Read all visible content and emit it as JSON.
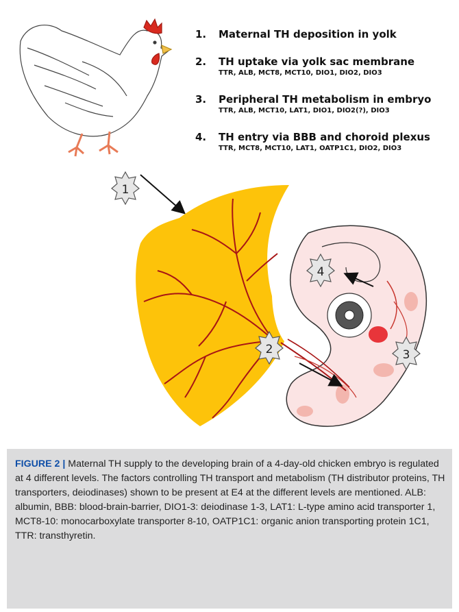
{
  "levels": [
    {
      "number": "1.",
      "title": "Maternal TH deposition in yolk",
      "factors": ""
    },
    {
      "number": "2.",
      "title": "TH uptake via yolk sac membrane",
      "factors": "TTR, ALB, MCT8, MCT10, DIO1, DIO2, DIO3"
    },
    {
      "number": "3.",
      "title": "Peripheral TH metabolism in embryo",
      "factors": "TTR, ALB, MCT10, LAT1, DIO1, DIO2(?), DIO3"
    },
    {
      "number": "4.",
      "title": "TH entry via BBB and choroid plexus",
      "factors": "TTR, MCT8, MCT10, LAT1, OATP1C1, DIO2, DIO3"
    }
  ],
  "markers": [
    "1",
    "2",
    "3",
    "4"
  ],
  "caption": {
    "label": "FIGURE 2 |",
    "text": " Maternal TH supply to the developing brain of a 4-day-old chicken embryo is regulated at 4 different levels. The factors controlling TH transport and metabolism (TH distributor proteins, TH transporters, deiodinases) shown to be present at E4 at the different levels are mentioned. ALB: albumin, BBB: blood-brain-barrier, DIO1-3: deiodinase 1-3, LAT1: L-type amino acid transporter 1, MCT8-10: monocarboxylate transporter 8-10, OATP1C1: organic anion transporting protein 1C1, TTR: transthyretin."
  },
  "colors": {
    "yolk": "#fdc30a",
    "vessel": "#a81515",
    "embryo_fill": "#fbe4e4",
    "embryo_tint": "#f3b6ae",
    "heart": "#e8353a",
    "caption_bg": "#dcdcdd",
    "caption_label": "#0f4fa8"
  },
  "icons": [
    "hen-illustration",
    "star-marker-icon",
    "arrow-icon"
  ]
}
